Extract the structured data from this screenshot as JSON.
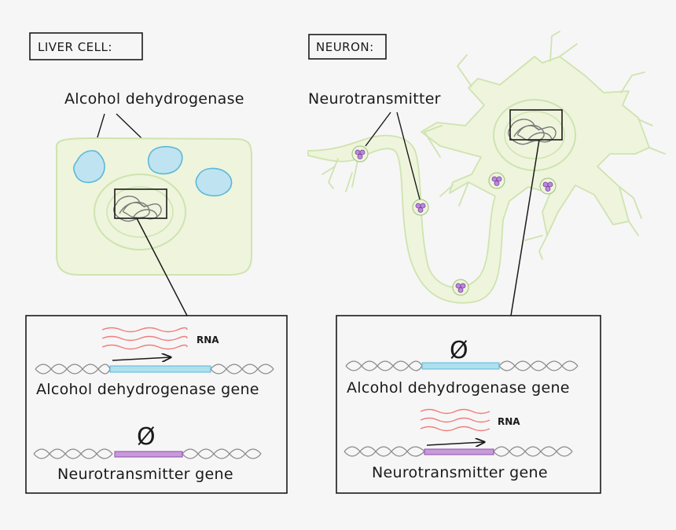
{
  "liver": {
    "title": "LIVER CELL:",
    "protein_label": "Alcohol dehydrogenase",
    "box": {
      "rna_label": "RNA",
      "gene1_label": "Alcohol dehydrogenase gene",
      "gene2_label": "Neurotransmitter gene",
      "gene2_symbol": "Ø"
    }
  },
  "neuron": {
    "title": "NEURON:",
    "protein_label": "Neurotransmitter",
    "box": {
      "gene1_symbol": "Ø",
      "gene1_label": "Alcohol dehydrogenase gene",
      "rna_label": "RNA",
      "gene2_label": "Neurotransmitter gene"
    }
  },
  "colors": {
    "background": "#f6f6f6",
    "cell_fill": "#eef5dc",
    "cell_stroke": "#cfe3b0",
    "protein_fill": "#bfe3f1",
    "protein_stroke": "#5bb8d8",
    "gene_blue": "#aee0ee",
    "gene_purple": "#c89ad8",
    "rna_red": "#ee7e7e",
    "vesicle": "#9b59c0"
  }
}
